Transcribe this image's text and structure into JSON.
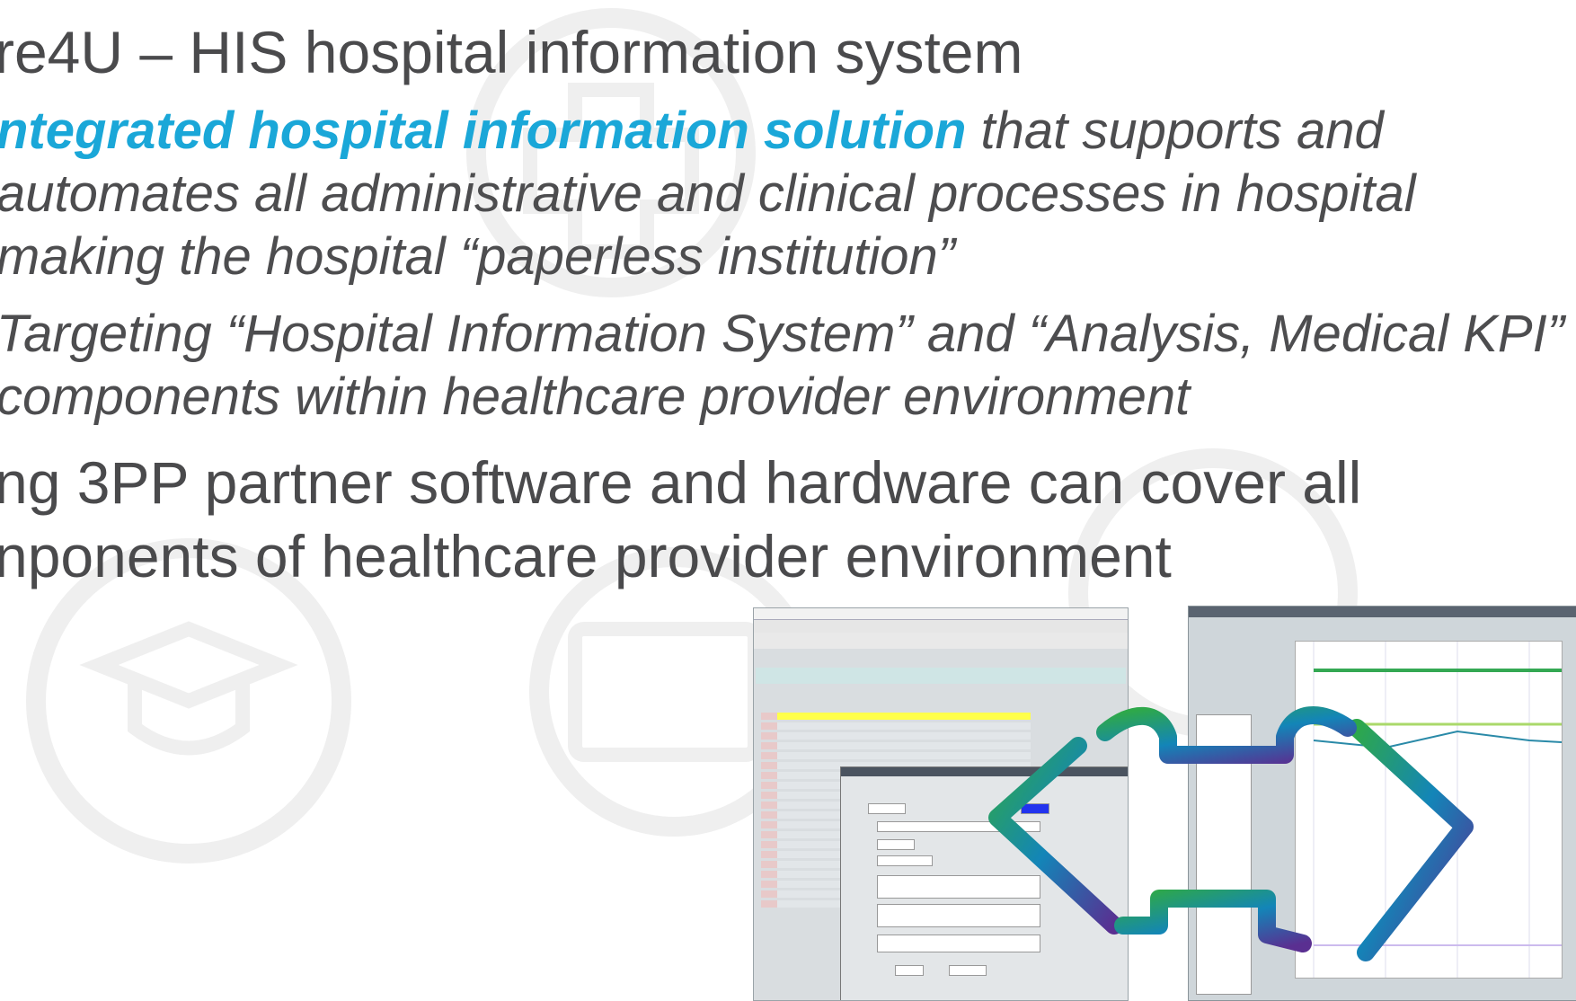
{
  "slide": {
    "title": "re4U – HIS hospital information system",
    "bullet1": {
      "highlight": "ntegrated hospital information solution",
      "line1_rest": " that supports and",
      "line2": "automates all administrative and clinical processes in hospital",
      "line3": "making the hospital “paperless institution”"
    },
    "bullet2": {
      "line1": "Targeting “Hospital Information System” and “Analysis, Medical KPI”",
      "line2": "components within healthcare provider environment"
    },
    "bullet3": {
      "line1": "ng 3PP partner software and hardware can cover all",
      "line2": "nponents of healthcare provider environment"
    }
  },
  "colors": {
    "text": "#4d4d4f",
    "highlight": "#1aa7d8",
    "arrow_start": "#2ea84a",
    "arrow_end": "#5a2f91",
    "watermark": "#eeeeee"
  }
}
